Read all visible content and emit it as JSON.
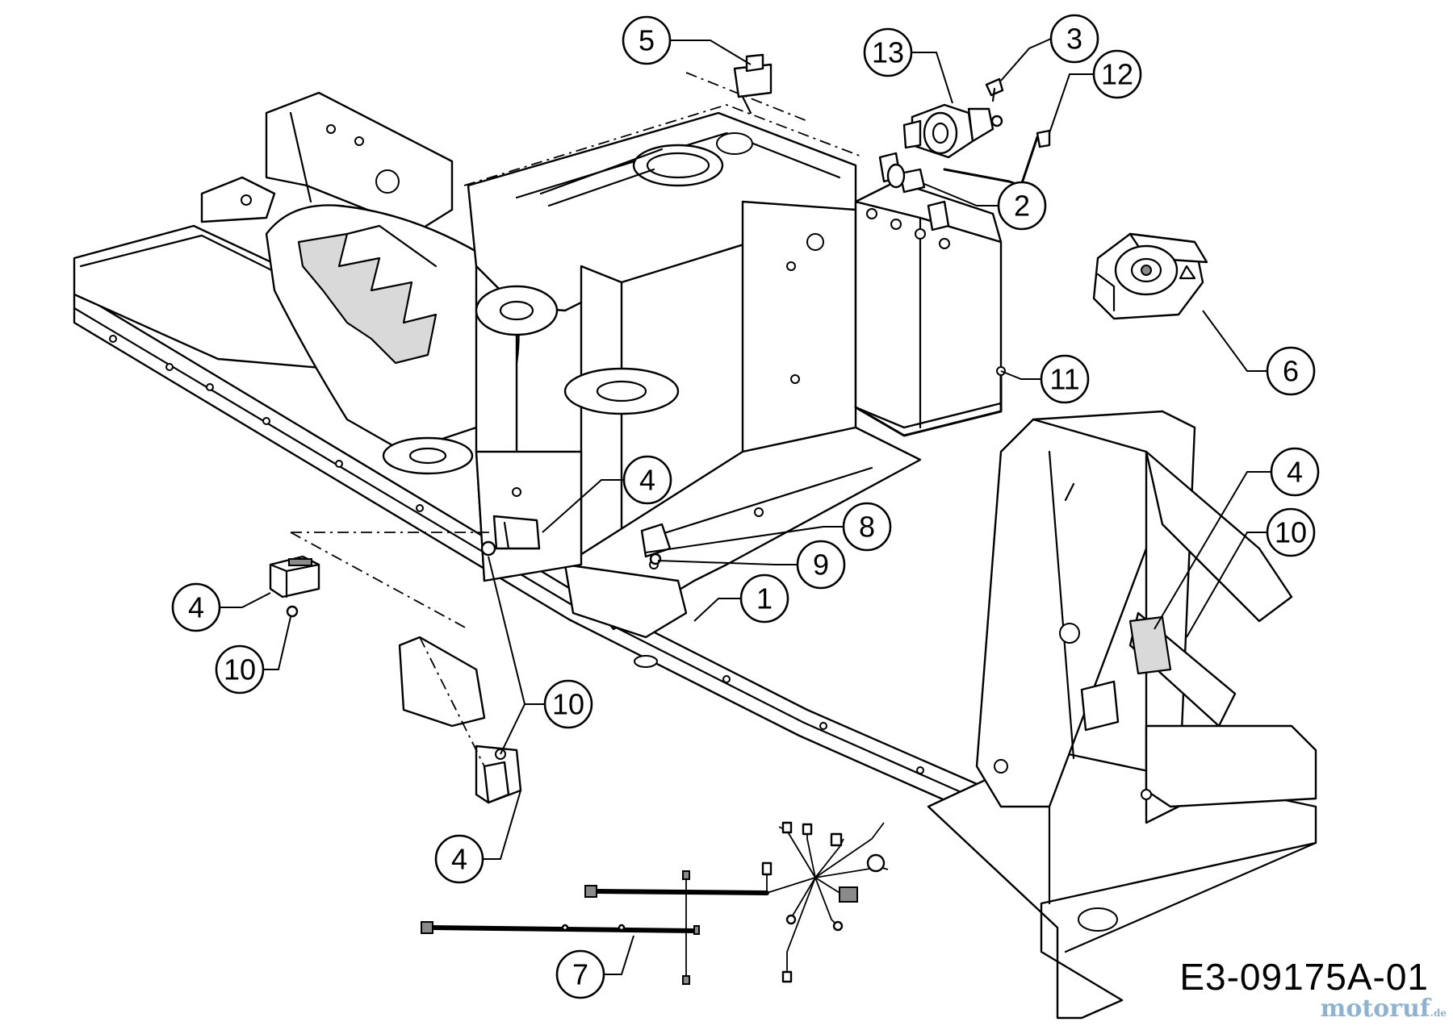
{
  "diagram": {
    "drawing_code": "E3-09175A-01",
    "watermark": "motoruf",
    "watermark_suffix": ".de",
    "callouts": [
      {
        "id": "c5",
        "label": "5"
      },
      {
        "id": "c13",
        "label": "13"
      },
      {
        "id": "c3",
        "label": "3"
      },
      {
        "id": "c12",
        "label": "12"
      },
      {
        "id": "c2",
        "label": "2"
      },
      {
        "id": "c6",
        "label": "6"
      },
      {
        "id": "c11",
        "label": "11"
      },
      {
        "id": "c4a",
        "label": "4"
      },
      {
        "id": "c8",
        "label": "8"
      },
      {
        "id": "c9",
        "label": "9"
      },
      {
        "id": "c1",
        "label": "1"
      },
      {
        "id": "c4b",
        "label": "4"
      },
      {
        "id": "c10a",
        "label": "10"
      },
      {
        "id": "c4c",
        "label": "4"
      },
      {
        "id": "c10b",
        "label": "10"
      },
      {
        "id": "c10c",
        "label": "10"
      },
      {
        "id": "c4d",
        "label": "4"
      },
      {
        "id": "c7",
        "label": "7"
      }
    ]
  }
}
